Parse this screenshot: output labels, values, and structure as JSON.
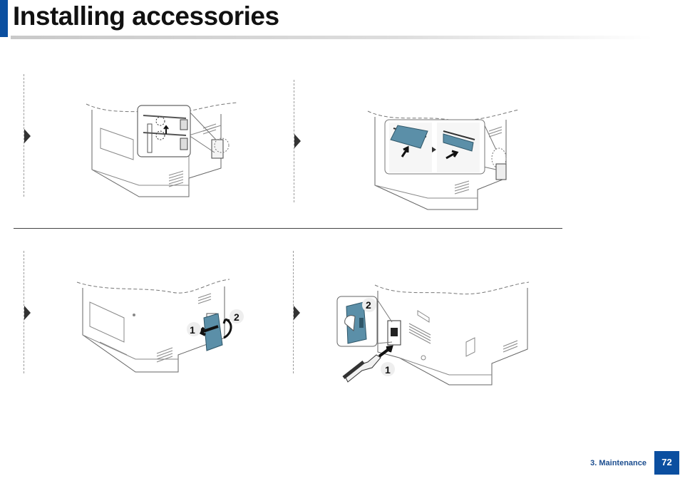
{
  "page": {
    "title": "Installing accessories",
    "footer_section": "3. Maintenance",
    "page_number": "72"
  },
  "illustrations": {
    "remove_cover_marker_1": "1",
    "remove_cover_marker_2": "2",
    "power_cord_marker_1": "1",
    "power_switch_marker_2": "2"
  },
  "colors": {
    "brand_blue": "#0b4fa0",
    "part_teal": "#5b8fa8",
    "line_gray": "#9a9a9a"
  }
}
